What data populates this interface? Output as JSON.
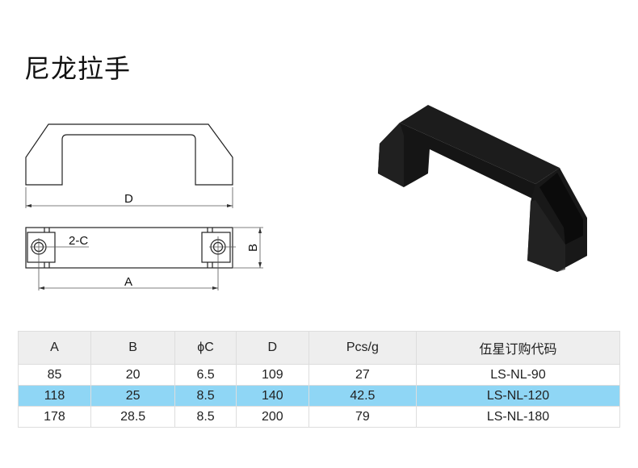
{
  "title": "尼龙拉手",
  "drawing": {
    "label_d": "D",
    "label_a": "A",
    "label_b": "B",
    "label_c": "2-C"
  },
  "table": {
    "headers": [
      "A",
      "B",
      "ϕC",
      "D",
      "Pcs/g",
      "伍星订购代码"
    ],
    "rows": [
      [
        "85",
        "20",
        "6.5",
        "109",
        "27",
        "LS-NL-90"
      ],
      [
        "118",
        "25",
        "8.5",
        "140",
        "42.5",
        "LS-NL-120"
      ],
      [
        "178",
        "28.5",
        "8.5",
        "200",
        "79",
        "LS-NL-180"
      ]
    ],
    "highlight_row": 1,
    "highlight_color": "#8fd6f5"
  }
}
